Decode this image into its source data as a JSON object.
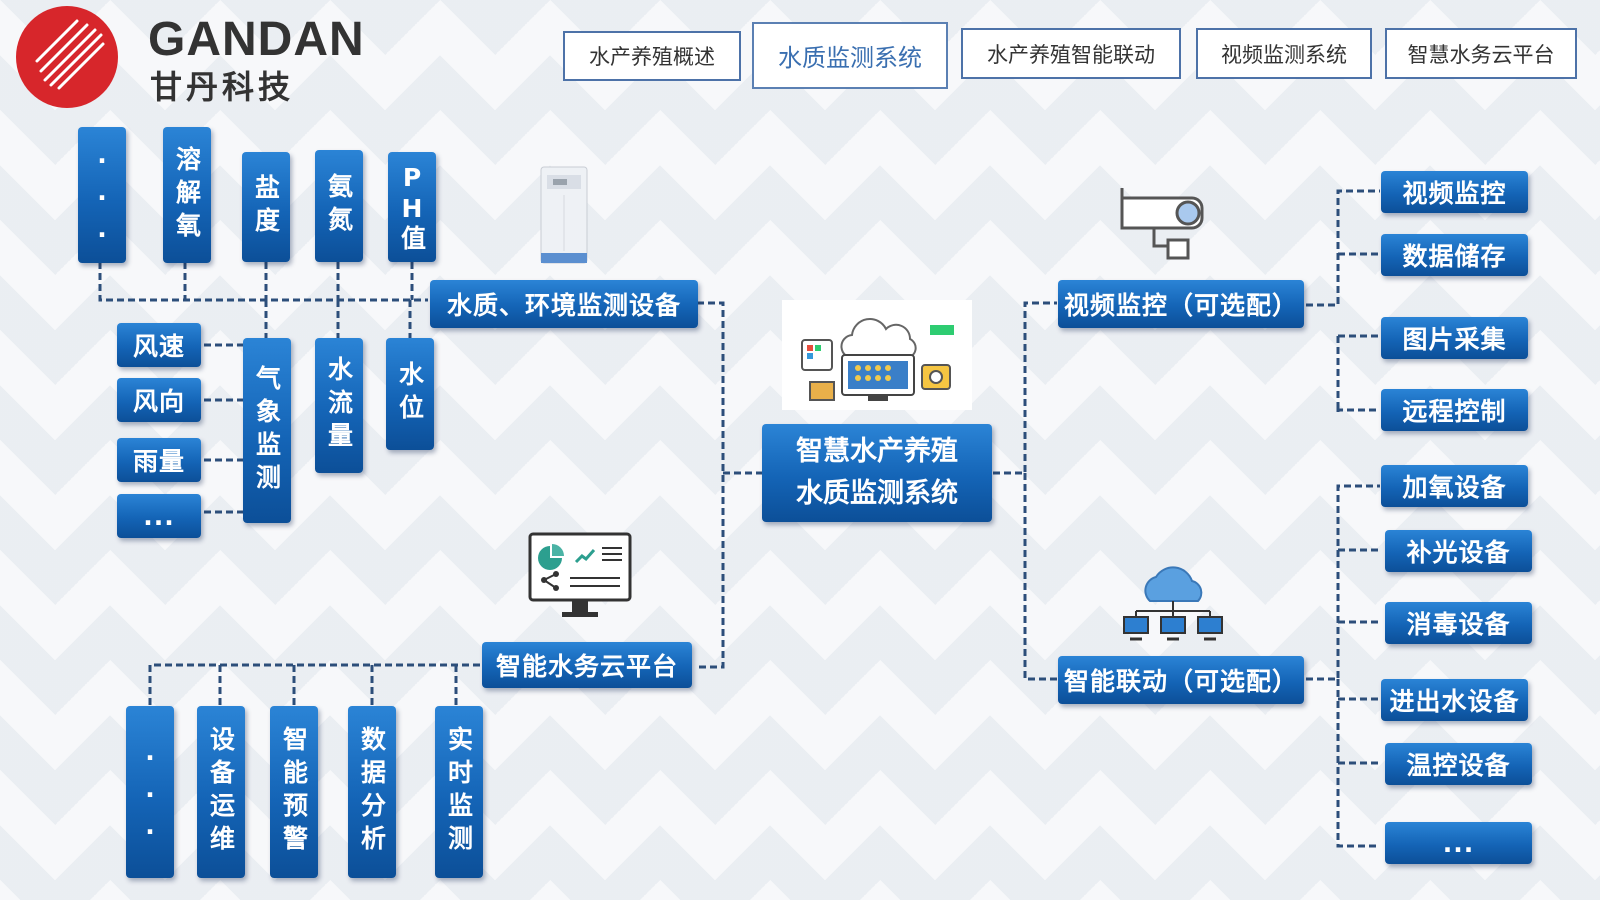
{
  "logo": {
    "brand": "GANDAN",
    "name_cn": "甘丹科技",
    "mark": "gandan-logo"
  },
  "tabs": [
    {
      "label": "水产养殖概述",
      "active": false
    },
    {
      "label": "水质监测系统",
      "active": true
    },
    {
      "label": "水产养殖智能联动",
      "active": false
    },
    {
      "label": "视频监测系统",
      "active": false
    },
    {
      "label": "智慧水务云平台",
      "active": false
    }
  ],
  "center": {
    "line1": "智慧水产养殖",
    "line2": "水质监测系统"
  },
  "left_top": {
    "hub": "水质、环境监测设备",
    "sensors": [
      "...",
      "溶解氧",
      "盐度",
      "氨氮",
      "PH值"
    ],
    "weather_hub": "气象监测",
    "weather_items": [
      "风速",
      "风向",
      "雨量",
      "..."
    ],
    "water_flow": "水流量",
    "water_level": "水位"
  },
  "left_bottom": {
    "hub": "智能水务云平台",
    "items": [
      "...",
      "设备运维",
      "智能预警",
      "数据分析",
      "实时监测"
    ]
  },
  "right_top": {
    "hub": "视频监控（可选配）",
    "items": [
      "视频监控",
      "数据储存",
      "图片采集",
      "远程控制"
    ]
  },
  "right_bottom": {
    "hub": "智能联动（可选配）",
    "items": [
      "加氧设备",
      "补光设备",
      "消毒设备",
      "进出水设备",
      "温控设备",
      "..."
    ]
  },
  "icons": [
    "monitor-device-icon",
    "dashboard-computer-icon",
    "cloud-network-icon",
    "security-camera-icon",
    "cloud-server-network-icon"
  ],
  "colors": {
    "box_top": "#2b84d6",
    "box_bottom": "#0c4f98",
    "line": "#2c4e7a",
    "logo_red": "#d7262b"
  }
}
